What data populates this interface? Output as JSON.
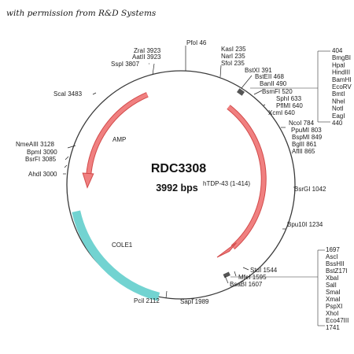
{
  "credit": "with permission from R&D Systems",
  "plasmid": {
    "name": "RDC3308",
    "size": "3992 bps"
  },
  "features": {
    "amp": "AMP",
    "cole1": "COLE1",
    "insert": "hTDP-43 (1-414)"
  },
  "sites": [
    {
      "id": "pfoi",
      "label": "PfoI 46"
    },
    {
      "id": "zrai",
      "label": "ZraI 3923"
    },
    {
      "id": "aatii",
      "label": "AatII 3923"
    },
    {
      "id": "sspi",
      "label": "SspI 3807"
    },
    {
      "id": "kasi",
      "label": "KasI 235"
    },
    {
      "id": "nari",
      "label": "NarI 235"
    },
    {
      "id": "sfoi",
      "label": "SfoI 235"
    },
    {
      "id": "bstxi",
      "label": "BstXI 391"
    },
    {
      "id": "bsteii",
      "label": "BstEII 468"
    },
    {
      "id": "banii",
      "label": "BanII 490"
    },
    {
      "id": "bsmfi",
      "label": "BsmFI 520"
    },
    {
      "id": "sphi",
      "label": "SphI 633"
    },
    {
      "id": "pflmi",
      "label": "PflMI 640"
    },
    {
      "id": "xcmi",
      "label": "XcmI 640"
    },
    {
      "id": "scai",
      "label": "ScaI 3483"
    },
    {
      "id": "ncoi",
      "label": "NcoI 784"
    },
    {
      "id": "ppumi",
      "label": "PpuMI 803"
    },
    {
      "id": "bspmi",
      "label": "BspMI 849"
    },
    {
      "id": "bglii",
      "label": "BglII 861"
    },
    {
      "id": "aflii",
      "label": "AflII 865"
    },
    {
      "id": "nmeaiii",
      "label": "NmeAIII 3128"
    },
    {
      "id": "bpmi",
      "label": "BpmI 3090"
    },
    {
      "id": "bsrfi",
      "label": "BsrFI 3085"
    },
    {
      "id": "ahdi",
      "label": "AhdI 3000"
    },
    {
      "id": "bsrgi",
      "label": "BsrGI 1042"
    },
    {
      "id": "bpu10i",
      "label": "Bpu10I 1234"
    },
    {
      "id": "stui",
      "label": "StuI 1544"
    },
    {
      "id": "mfei",
      "label": "MfeI 1595"
    },
    {
      "id": "bsabi",
      "label": "BsaBI 1607"
    },
    {
      "id": "pcii",
      "label": "PciI 2112"
    },
    {
      "id": "sapi",
      "label": "SapI 1989"
    }
  ],
  "mcs_top": [
    "404",
    "BmgBI",
    "HpaI",
    "HindIII",
    "BamHI",
    "EcoRV",
    "BmtI",
    "NheI",
    "NotI",
    "EagI",
    "440"
  ],
  "mcs_bottom": [
    "1697",
    "AscI",
    "BssHII",
    "BstZ17I",
    "XbaI",
    "SalI",
    "SmaI",
    "XmaI",
    "PspXI",
    "XhoI",
    "Eco47III",
    "1741"
  ],
  "colors": {
    "backbone": "#3a3a3a",
    "arrow_fill": "#f08080",
    "arrow_stroke": "#d24a4a",
    "cole1": "#72d3d1"
  }
}
